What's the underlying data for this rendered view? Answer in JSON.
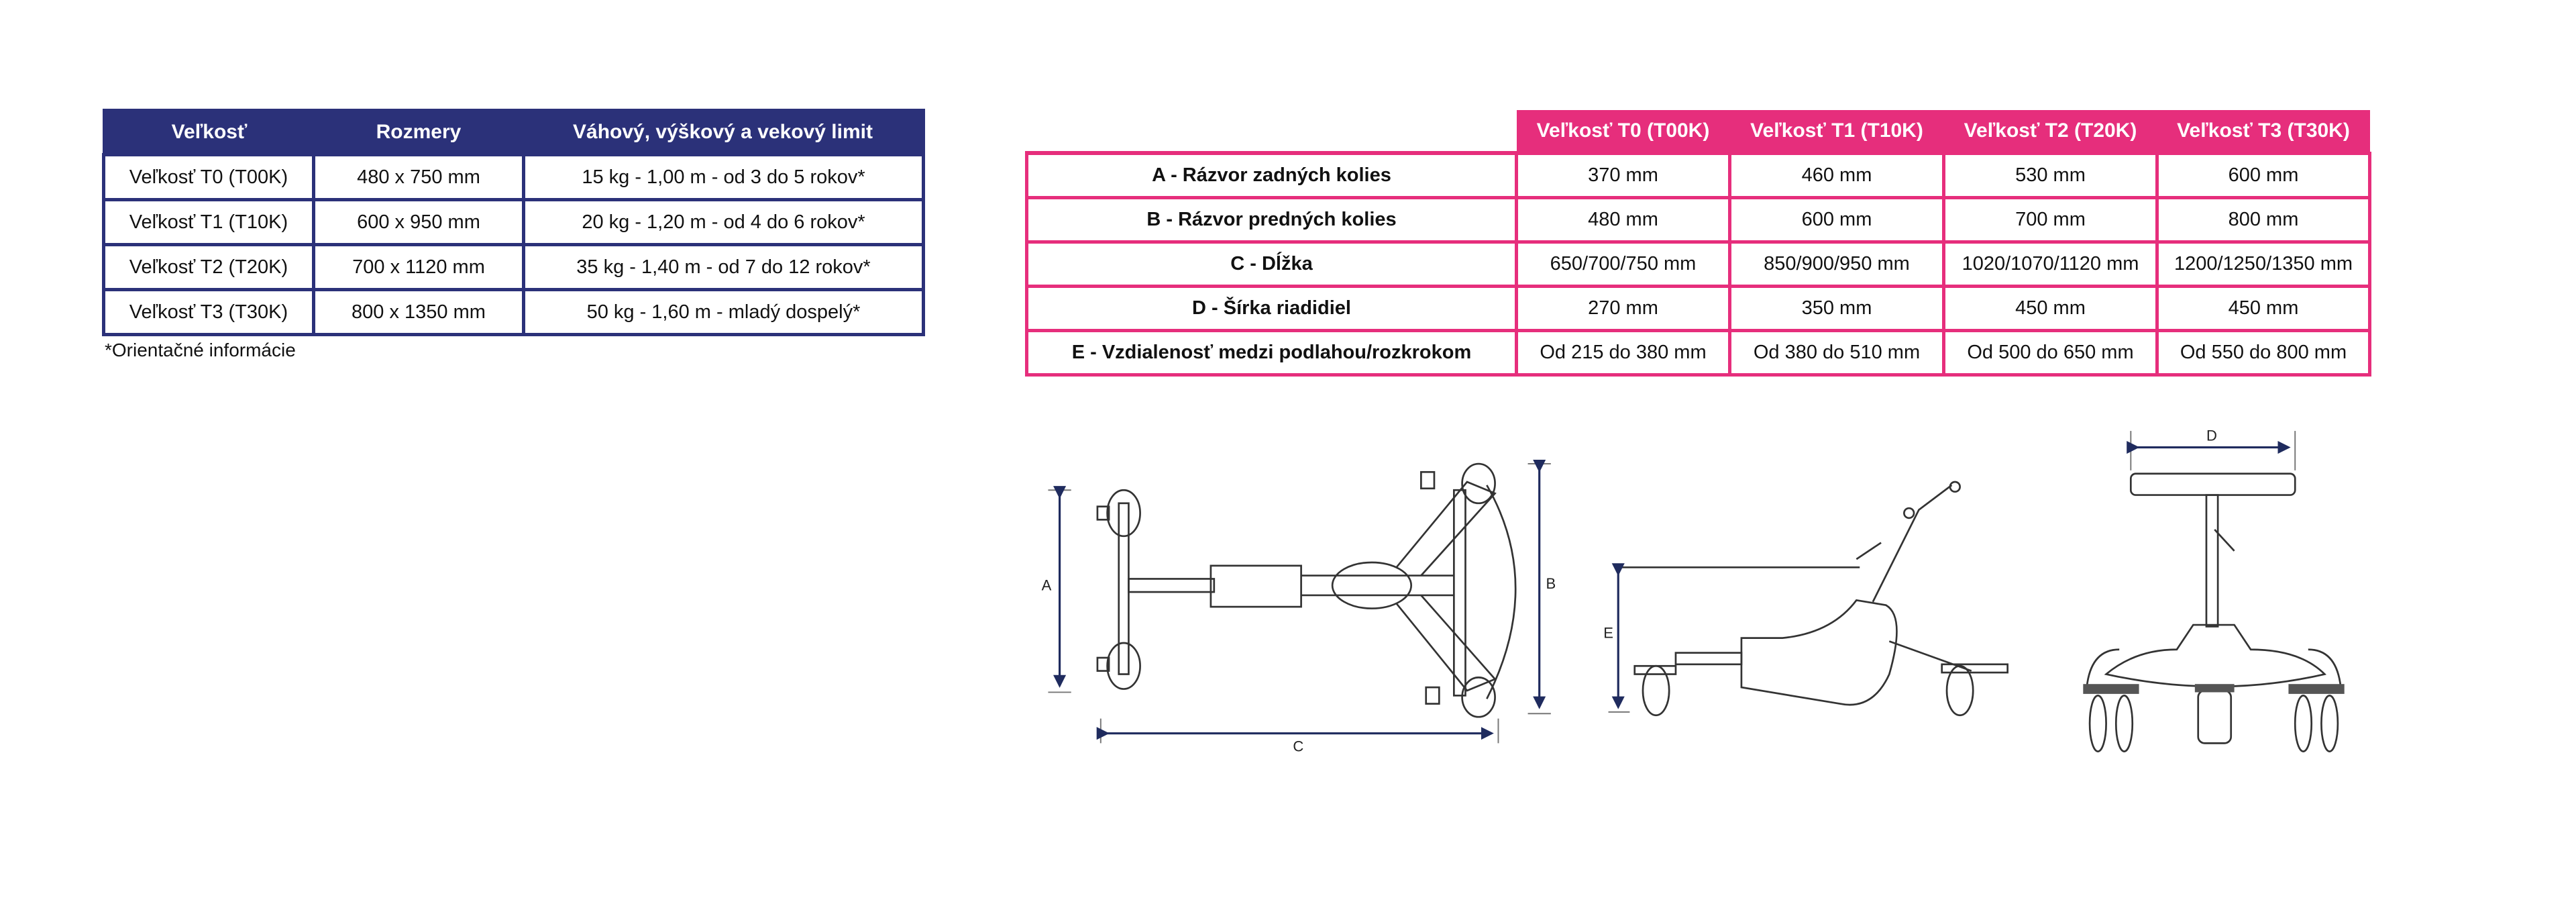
{
  "size_table": {
    "headers": [
      "Veľkosť",
      "Rozmery",
      "Váhový, výškový a vekový limit"
    ],
    "rows": [
      [
        "Veľkosť T0 (T00K)",
        "480 x 750 mm",
        "15 kg - 1,00 m - od 3 do 5 rokov*"
      ],
      [
        "Veľkosť T1 (T10K)",
        "600 x 950 mm",
        "20 kg - 1,20 m - od 4 do 6 rokov*"
      ],
      [
        "Veľkosť T2 (T20K)",
        "700 x 1120 mm",
        "35 kg - 1,40 m - od 7 do 12 rokov*"
      ],
      [
        "Veľkosť T3 (T30K)",
        "800 x 1350 mm",
        "50 kg - 1,60 m - mladý dospelý*"
      ]
    ],
    "footnote": "*Orientačné informácie",
    "color": "#2b3179"
  },
  "dimension_table": {
    "headers": [
      "Veľkosť T0 (T00K)",
      "Veľkosť T1 (T10K)",
      "Veľkosť T2 (T20K)",
      "Veľkosť T3 (T30K)"
    ],
    "rows": [
      [
        "A - Rázvor zadných kolies",
        "370 mm",
        "460 mm",
        "530 mm",
        "600 mm"
      ],
      [
        "B - Rázvor predných kolies",
        "480 mm",
        "600 mm",
        "700 mm",
        "800 mm"
      ],
      [
        "C - Dĺžka",
        "650/700/750 mm",
        "850/900/950 mm",
        "1020/1070/1120 mm",
        "1200/1250/1350 mm"
      ],
      [
        "D - Šírka riadidiel",
        "270 mm",
        "350 mm",
        "450 mm",
        "450 mm"
      ],
      [
        "E - Vzdialenosť medzi podlahou/rozkrokom",
        "Od 215 do 380 mm",
        "Od 380 do 510 mm",
        "Od 500 do 650 mm",
        "Od 550 do 800 mm"
      ]
    ],
    "color": "#e62e7c"
  },
  "diagram_labels": {
    "a": "A",
    "b": "B",
    "c": "C",
    "d": "D",
    "e": "E"
  }
}
